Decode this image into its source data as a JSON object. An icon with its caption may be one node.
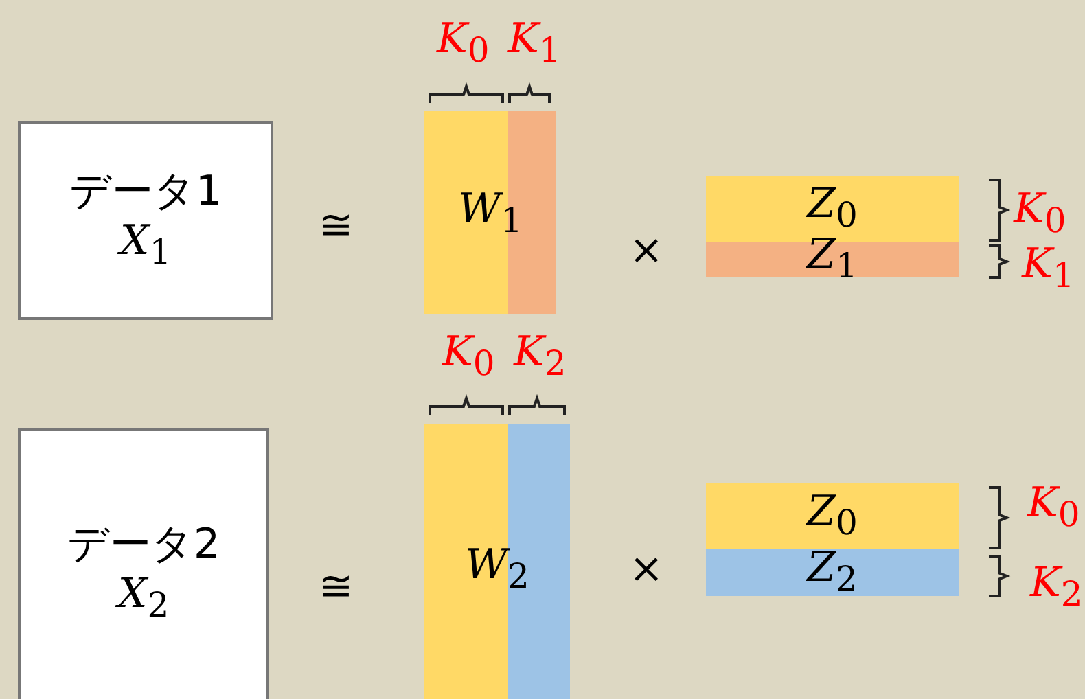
{
  "diagram": {
    "nodes": [
      {
        "text": [
          "データ1",
          "*X*$_{1}$"
        ]
      },
      {
        "text": [
          "*W*$_{1}$"
        ]
      },
      {
        "text": [
          "*Z*$_{0}$"
        ]
      },
      {
        "text": [
          "*Z*$_{1}$"
        ]
      },
      {
        "text": [
          "データ2",
          "*X*$_{2}$"
        ]
      },
      {
        "text": [
          "*W*$_{2}$"
        ]
      },
      {
        "text": [
          "*Z*$_{0}$"
        ]
      },
      {
        "text": [
          "*Z*$_{2}$"
        ]
      }
    ],
    "edges": [],
    "labels": [
      "*K*$_{0}$",
      "*K*$_{1}$",
      "≅",
      "×",
      "*K*$_{0}$",
      "*K*$_{1}$",
      "*K*$_{0}$",
      "*K*$_{2}$",
      "≅",
      "×",
      "*K*$_{0}$",
      "*K*$_{2}$"
    ]
  }
}
